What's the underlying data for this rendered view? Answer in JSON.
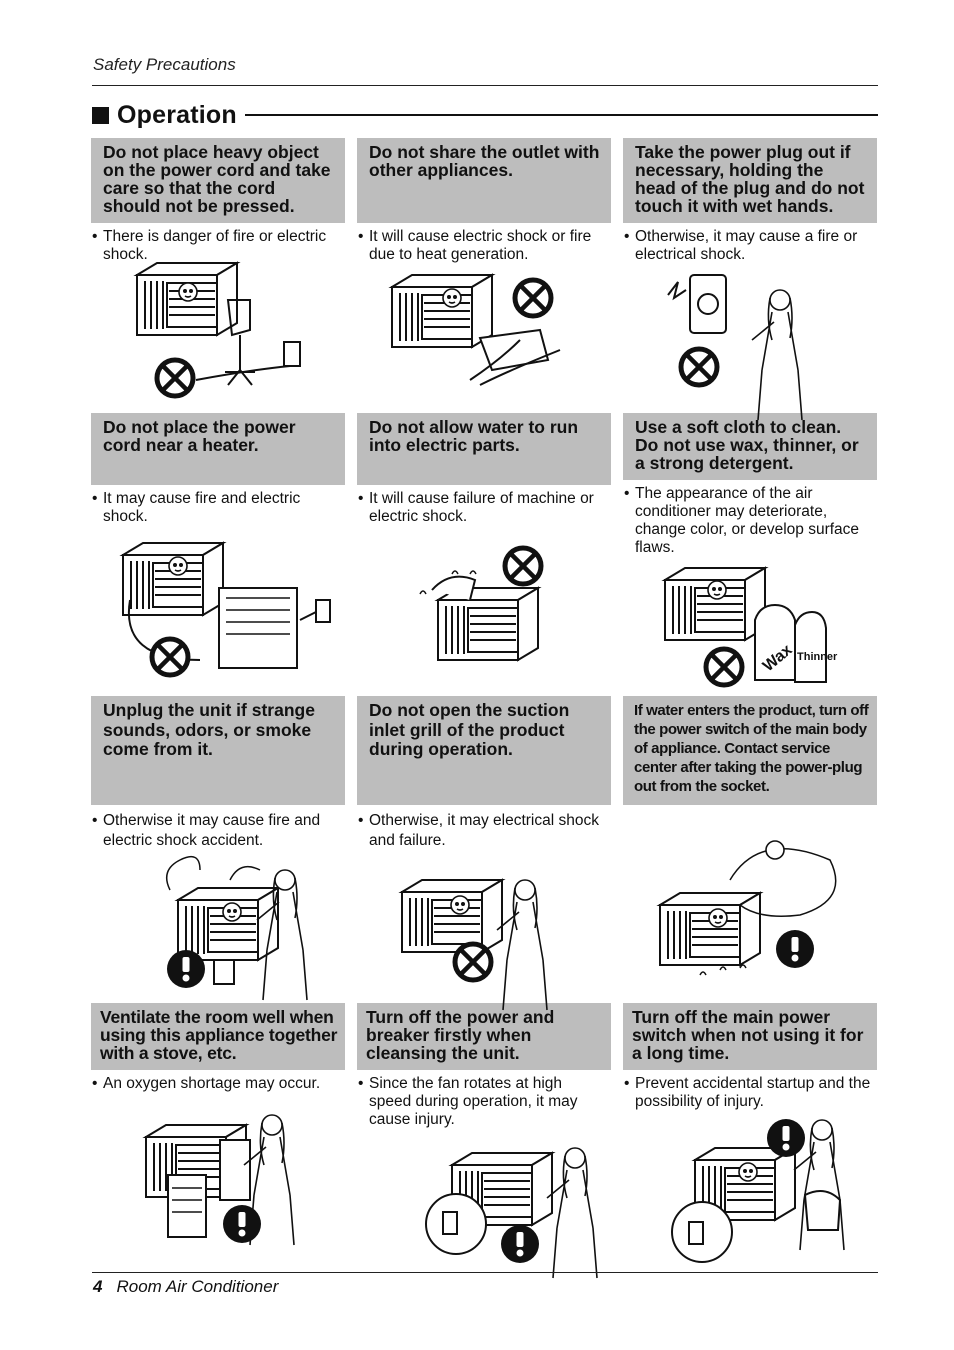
{
  "header": {
    "section_label": "Safety Precautions"
  },
  "title": "Operation",
  "cards": [
    {
      "heading": "Do not place heavy object on the power cord and take care so that the cord should not be pressed.",
      "note": "There is danger of fire or electric shock.",
      "sign": "prohibited"
    },
    {
      "heading": "Do not share the outlet with other appliances.",
      "note": "It will cause electric shock or fire due to heat generation.",
      "sign": "prohibited"
    },
    {
      "heading": "Take the power plug out if necessary, holding the head of the plug and do not touch it with wet hands.",
      "note": "Otherwise, it may cause a fire or electrical shock.",
      "sign": "prohibited"
    },
    {
      "heading": "Do not place the power cord near a heater.",
      "note": "It may cause fire and electric shock.",
      "sign": "prohibited"
    },
    {
      "heading": "Do not allow water to run into electric parts.",
      "note": "It will cause failure of machine or electric shock.",
      "sign": "prohibited"
    },
    {
      "heading": "Use a soft cloth to clean. Do not use wax, thinner, or a strong detergent.",
      "note": "The appearance of the air conditioner may deteriorate, change color, or develop surface flaws.",
      "sign": "prohibited",
      "labels": [
        "Wax",
        "Thinner"
      ]
    },
    {
      "heading": "Unplug the unit if strange sounds, odors, or smoke come from it.",
      "note": "Otherwise it may cause fire and electric shock accident.",
      "sign": "mandatory"
    },
    {
      "heading": "Do not open the suction inlet grill of the product during operation.",
      "note": "Otherwise, it may electrical shock and failure.",
      "sign": "prohibited"
    },
    {
      "heading": "If water enters the product, turn off the power switch of the main body of appliance. Contact service center after taking the power-plug out from the socket.",
      "note": "",
      "sign": "mandatory"
    },
    {
      "heading": "Ventilate the room well when using this appliance together with a stove, etc.",
      "note": "An oxygen shortage may occur.",
      "sign": "mandatory"
    },
    {
      "heading": "Turn off the power and breaker firstly when cleansing the unit.",
      "note": "Since the fan rotates at high speed during operation, it may cause injury.",
      "sign": "mandatory"
    },
    {
      "heading": "Turn off the main power switch when not using it for a long time.",
      "note": "Prevent accidental startup and the possibility of injury.",
      "sign": "mandatory"
    }
  ],
  "footer": {
    "page_number": "4",
    "product": "Room Air Conditioner"
  }
}
